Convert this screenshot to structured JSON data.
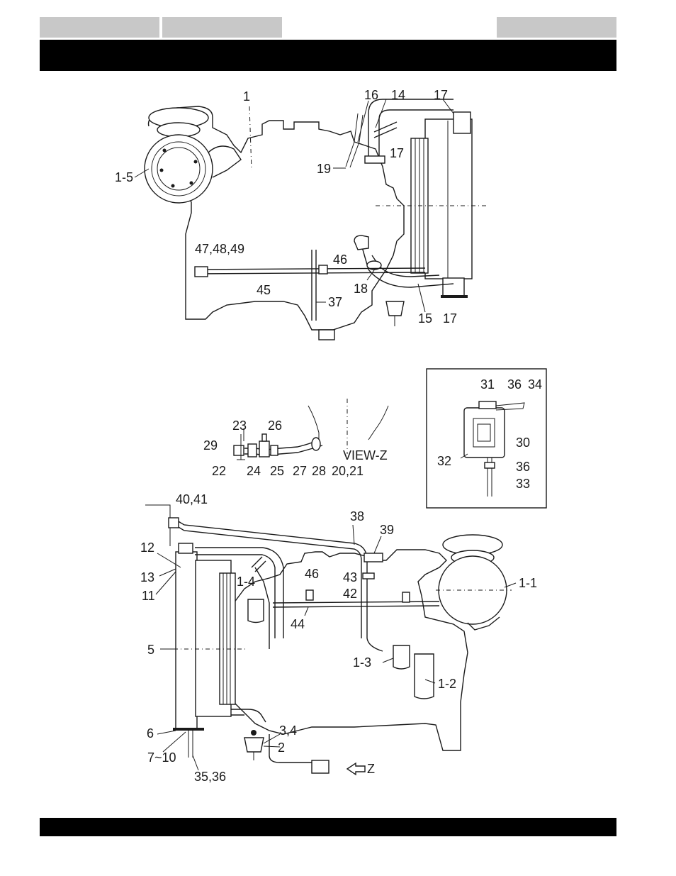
{
  "header": {
    "tab1": "",
    "tab2": "",
    "tab3": "",
    "title": ""
  },
  "footer": {
    "text": ""
  },
  "labels": {
    "top": [
      "1",
      "1-5",
      "16",
      "14",
      "17",
      "17",
      "19",
      "47,48,49",
      "46",
      "45",
      "18",
      "37",
      "15",
      "17"
    ],
    "mid": [
      "23",
      "26",
      "29",
      "22",
      "24",
      "25",
      "27",
      "28",
      "20,21",
      "VIEW-Z"
    ],
    "inset": [
      "31",
      "36",
      "34",
      "30",
      "32",
      "36",
      "33"
    ],
    "bottom": [
      "40,41",
      "38",
      "39",
      "12",
      "13",
      "11",
      "46",
      "43",
      "42",
      "1-4",
      "1-1",
      "44",
      "5",
      "1-3",
      "1-2",
      "6",
      "3,4",
      "7~10",
      "2",
      "35,36",
      "Z"
    ]
  }
}
